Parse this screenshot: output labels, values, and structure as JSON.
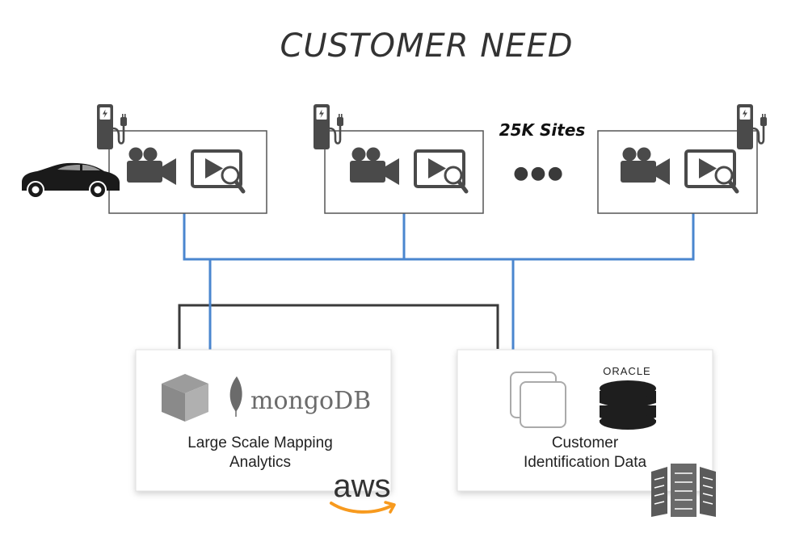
{
  "title": "CUSTOMER NEED",
  "sites_label": "25K Sites",
  "ellipsis": "●●●",
  "left_box": {
    "line1": "Large Scale Mapping",
    "line2": "Analytics",
    "db_brand": "mongoDB",
    "cloud_brand": "aws"
  },
  "right_box": {
    "line1": "Customer",
    "line2": "Identification Data",
    "db_brand": "ORACLE"
  },
  "colors": {
    "blue_line": "#4a86cf",
    "dark_line": "#3a3a3a",
    "icon_gray": "#4a4a4a",
    "aws_orange": "#f79a1e"
  },
  "icons": [
    "ev-charger-icon",
    "video-camera-icon",
    "video-search-icon",
    "car-icon",
    "cube-icon",
    "mongodb-leaf-icon",
    "window-icon",
    "database-icon",
    "server-rack-icon",
    "aws-smile-icon"
  ]
}
